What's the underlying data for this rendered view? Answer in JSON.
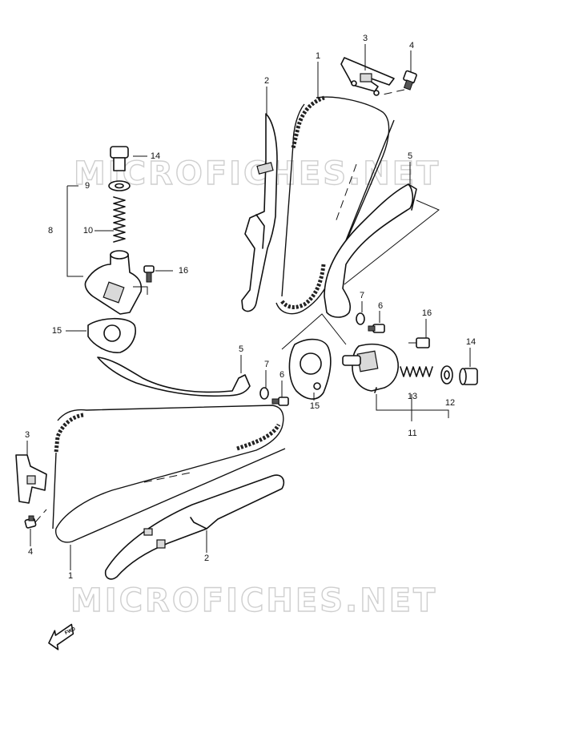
{
  "watermark": "MICROFICHES.NET",
  "fwd_label": "FWD",
  "callouts": {
    "top_chain": "1",
    "top_guide": "2",
    "top_bracket": "3",
    "top_bolt": "4",
    "top_guide_5": "5",
    "top_washer_7": "7",
    "top_bolt_6": "6",
    "top_bolt_16": "16",
    "top_plug_14": "14",
    "left_plug_14": "14",
    "left_washer_9": "9",
    "left_spring_10": "10",
    "left_assy_8": "8",
    "left_bolt_16": "16",
    "left_gasket_15": "15",
    "mid_guide_5": "5",
    "mid_washer_7": "7",
    "mid_bolt_6": "6",
    "right_gasket_15": "15",
    "right_spring_13": "13",
    "right_washer_12": "12",
    "right_assy_11": "11",
    "low_bracket_3": "3",
    "low_bolt_4": "4",
    "low_chain_1": "1",
    "low_guide_2": "2"
  },
  "icons": {
    "fwd": "fwd-arrow-icon"
  }
}
